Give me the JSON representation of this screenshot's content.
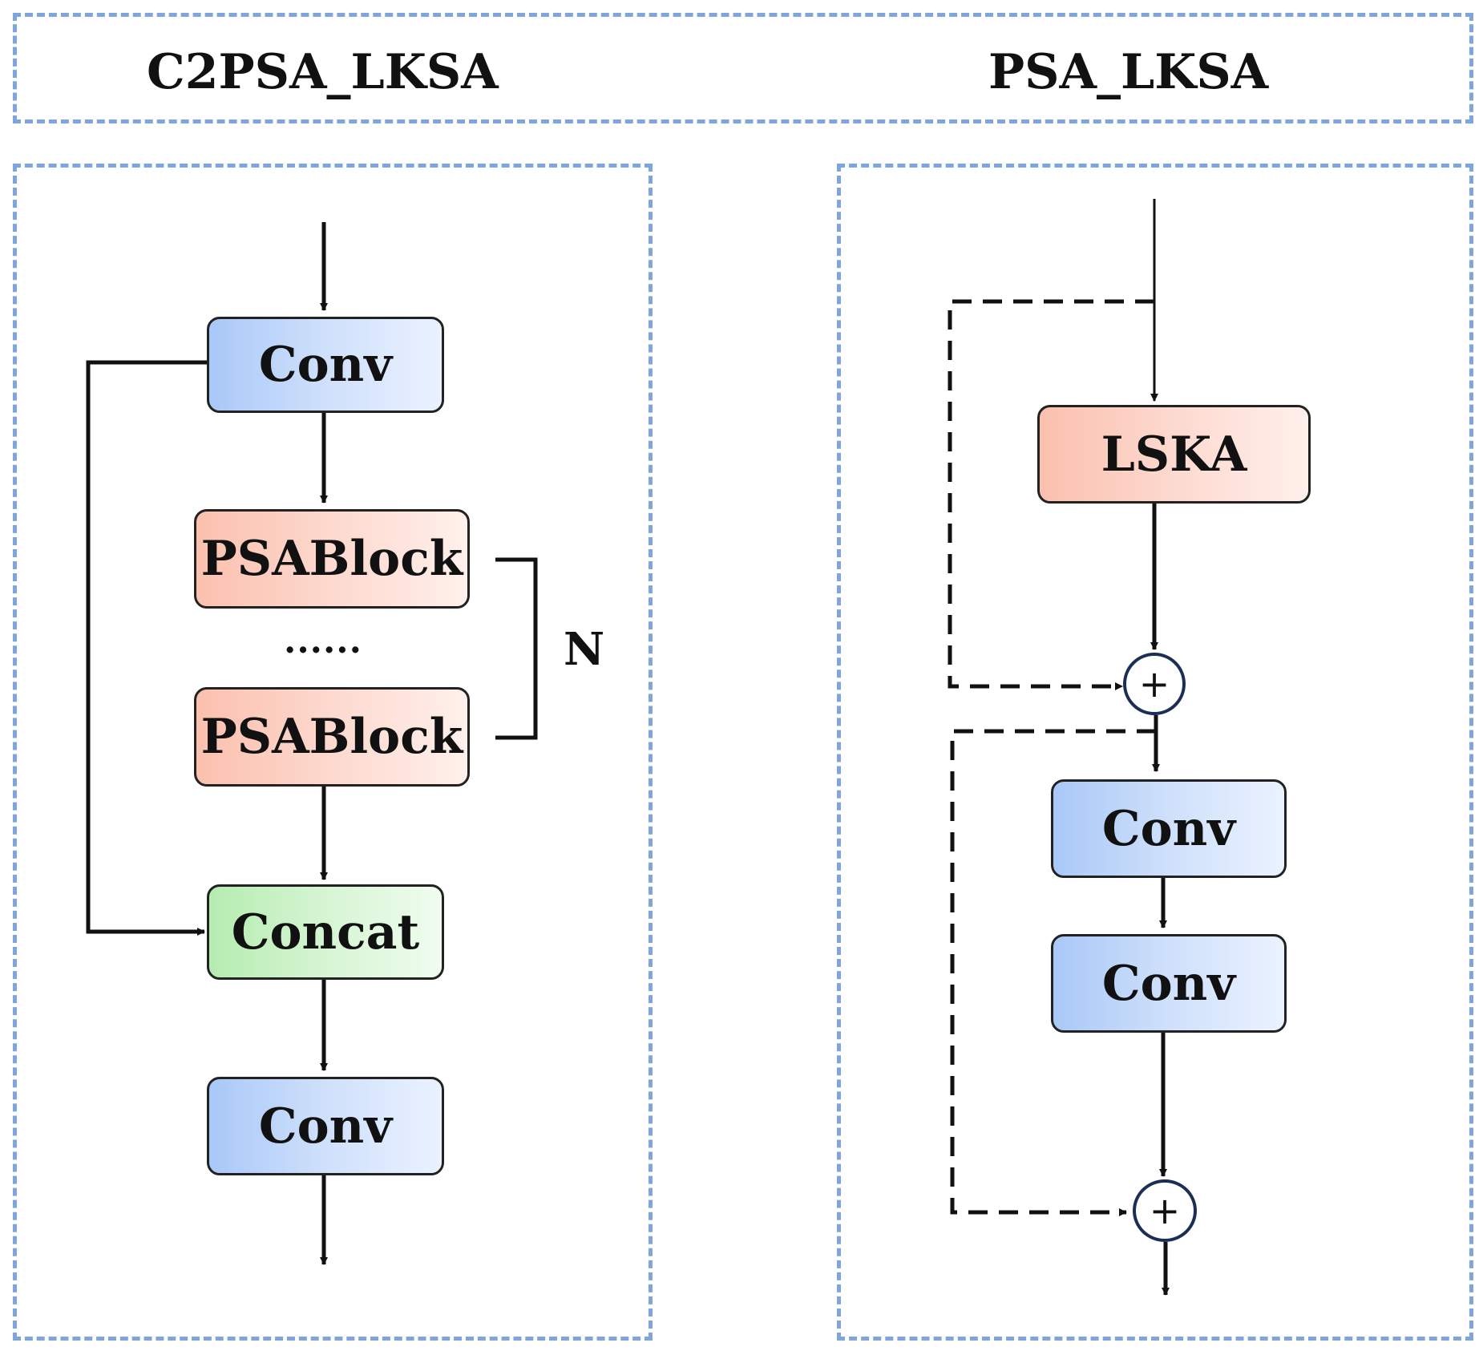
{
  "titles": {
    "left": "C2PSA_LKSA",
    "right": "PSA_LKSA"
  },
  "left_panel": {
    "input_conv": "Conv",
    "psablock_1": "PSABlock",
    "ellipsis": "......",
    "psablock_n": "PSABlock",
    "repeat_label": "N",
    "concat": "Concat",
    "output_conv": "Conv"
  },
  "right_panel": {
    "lska": "LSKA",
    "add_1": "+",
    "conv_1": "Conv",
    "conv_2": "Conv",
    "add_2": "+"
  },
  "colors": {
    "frame_dash": "#7fa6dc",
    "conv_fill": "#a9c8f8",
    "psablock_fill": "#fbc0ae",
    "concat_fill": "#b5ecb0",
    "add_node_border": "#1b2f55"
  }
}
